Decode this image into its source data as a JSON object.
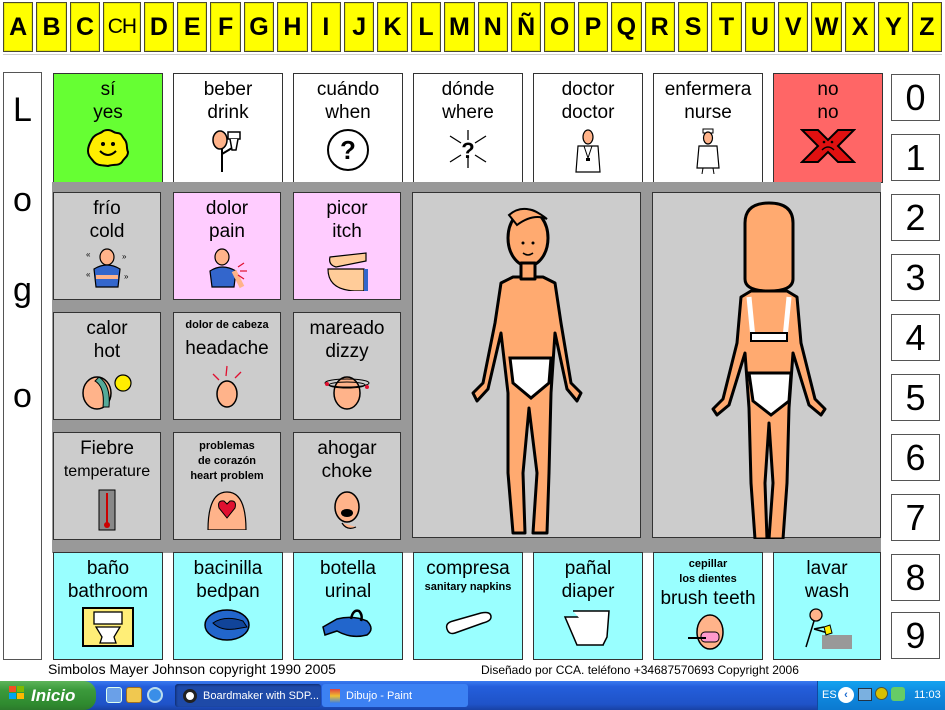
{
  "alphabet": [
    "A",
    "B",
    "C",
    "CH",
    "D",
    "E",
    "F",
    "G",
    "H",
    "I",
    "J",
    "K",
    "L",
    "M",
    "N",
    "Ñ",
    "O",
    "P",
    "Q",
    "R",
    "S",
    "T",
    "U",
    "V",
    "W",
    "X",
    "Y",
    "Z"
  ],
  "logo_column": [
    "L",
    "o",
    "g",
    "o"
  ],
  "numbers": [
    "0",
    "1",
    "2",
    "3",
    "4",
    "5",
    "6",
    "7",
    "8",
    "9"
  ],
  "top_row": [
    {
      "es": "sí",
      "en": "yes",
      "color": "#66ff33",
      "icon": "smiley-sun-icon"
    },
    {
      "es": "beber",
      "en": "drink",
      "color": "#ffffff",
      "icon": "person-drinking-icon"
    },
    {
      "es": "cuándo",
      "en": "when",
      "color": "#ffffff",
      "icon": "clock-question-icon"
    },
    {
      "es": "dónde",
      "en": "where",
      "color": "#ffffff",
      "icon": "arrows-question-icon"
    },
    {
      "es": "doctor",
      "en": "doctor",
      "color": "#ffffff",
      "icon": "doctor-icon"
    },
    {
      "es": "enfermera",
      "en": "nurse",
      "color": "#ffffff",
      "icon": "nurse-icon"
    },
    {
      "es": "no",
      "en": "no",
      "color": "#ff6666",
      "icon": "red-x-frown-icon"
    }
  ],
  "symptoms": [
    {
      "es": "frío",
      "en": "cold",
      "color": "#cccccc",
      "icon": "shivering-person-icon"
    },
    {
      "es": "dolor",
      "en": "pain",
      "color": "#ffccff",
      "icon": "shoulder-pain-icon"
    },
    {
      "es": "picor",
      "en": "itch",
      "color": "#ffccff",
      "icon": "scratching-arm-icon"
    },
    {
      "es": "calor",
      "en": "hot",
      "color": "#cccccc",
      "icon": "hot-sun-face-icon"
    },
    {
      "es": "dolor de cabeza",
      "en": "headache",
      "color": "#cccccc",
      "icon": "headache-icon",
      "es_small": true
    },
    {
      "es": "mareado",
      "en": "dizzy",
      "color": "#cccccc",
      "icon": "dizzy-face-icon"
    },
    {
      "es": "Fiebre",
      "en": "temperature",
      "color": "#cccccc",
      "icon": "thermometer-icon",
      "en_small_size": true
    },
    {
      "es": "problemas de corazón",
      "es_lines": [
        "problemas",
        "de corazón"
      ],
      "en": "heart problem",
      "color": "#cccccc",
      "icon": "heart-chest-icon",
      "all_small": true
    },
    {
      "es": "ahogar",
      "en": "choke",
      "color": "#cccccc",
      "icon": "choking-face-icon"
    }
  ],
  "body_panels": [
    {
      "label": "body-front",
      "icon": "body-front-icon"
    },
    {
      "label": "body-back",
      "icon": "body-back-icon"
    }
  ],
  "bottom_row": [
    {
      "es": "baño",
      "en": "bathroom",
      "icon": "toilet-icon"
    },
    {
      "es": "bacinilla",
      "en": "bedpan",
      "icon": "bedpan-icon"
    },
    {
      "es": "botella",
      "en": "urinal",
      "icon": "urinal-bottle-icon"
    },
    {
      "es": "compresa",
      "en": "sanitary napkins",
      "icon": "sanitary-pad-icon",
      "en_small": true
    },
    {
      "es": "pañal",
      "en": "diaper",
      "icon": "diaper-icon"
    },
    {
      "es": "cepillar los dientes",
      "es_lines": [
        "cepillar",
        "los dientes"
      ],
      "en": "brush teeth",
      "icon": "brushing-teeth-icon",
      "es_small": true
    },
    {
      "es": "lavar",
      "en": "wash",
      "icon": "washing-hands-icon"
    }
  ],
  "footer": {
    "left": "Simbolos Mayer Johnson copyright 1990 2005",
    "right": "Diseñado por CCA. teléfono  +34687570693   Copyright 2006"
  },
  "taskbar": {
    "start_label": "Inicio",
    "quick_launch": [
      "media-icon",
      "folder-icon",
      "ie-icon"
    ],
    "tasks": [
      {
        "label": "Boardmaker with SDP...",
        "icon": "boardmaker-icon",
        "active": true
      },
      {
        "label": "Dibujo - Paint",
        "icon": "paint-icon",
        "active": false
      }
    ],
    "tray": {
      "lang": "ES",
      "clock": "11:03"
    }
  },
  "colors": {
    "yellow": "#ffff00",
    "green": "#66ff33",
    "red": "#ff6666",
    "gray": "#cccccc",
    "pink": "#ffccff",
    "cyan": "#99ffff",
    "panel": "#999999"
  }
}
